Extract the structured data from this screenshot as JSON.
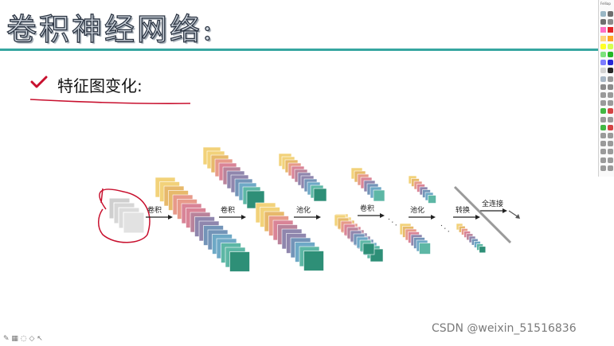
{
  "slide": {
    "title": "卷积神经网络:",
    "subtitle": "特征图变化:"
  },
  "diagram": {
    "labels": [
      "卷积",
      "卷积",
      "池化",
      "卷积",
      "池化",
      "转换",
      "全连接"
    ],
    "dots": ". . ."
  },
  "toolbar": {
    "header": "Felliap"
  },
  "colors": {
    "title_rule": "#36a6a0",
    "annotation_red": "#c8102e",
    "stack_palette": [
      "#f2d27a",
      "#e7b96b",
      "#e79a8a",
      "#d98497",
      "#b9839b",
      "#8f86ad",
      "#7394b8",
      "#6ea9c6",
      "#5db7a5",
      "#2e8f77"
    ]
  },
  "watermark": "CSDN @weixin_51516836"
}
